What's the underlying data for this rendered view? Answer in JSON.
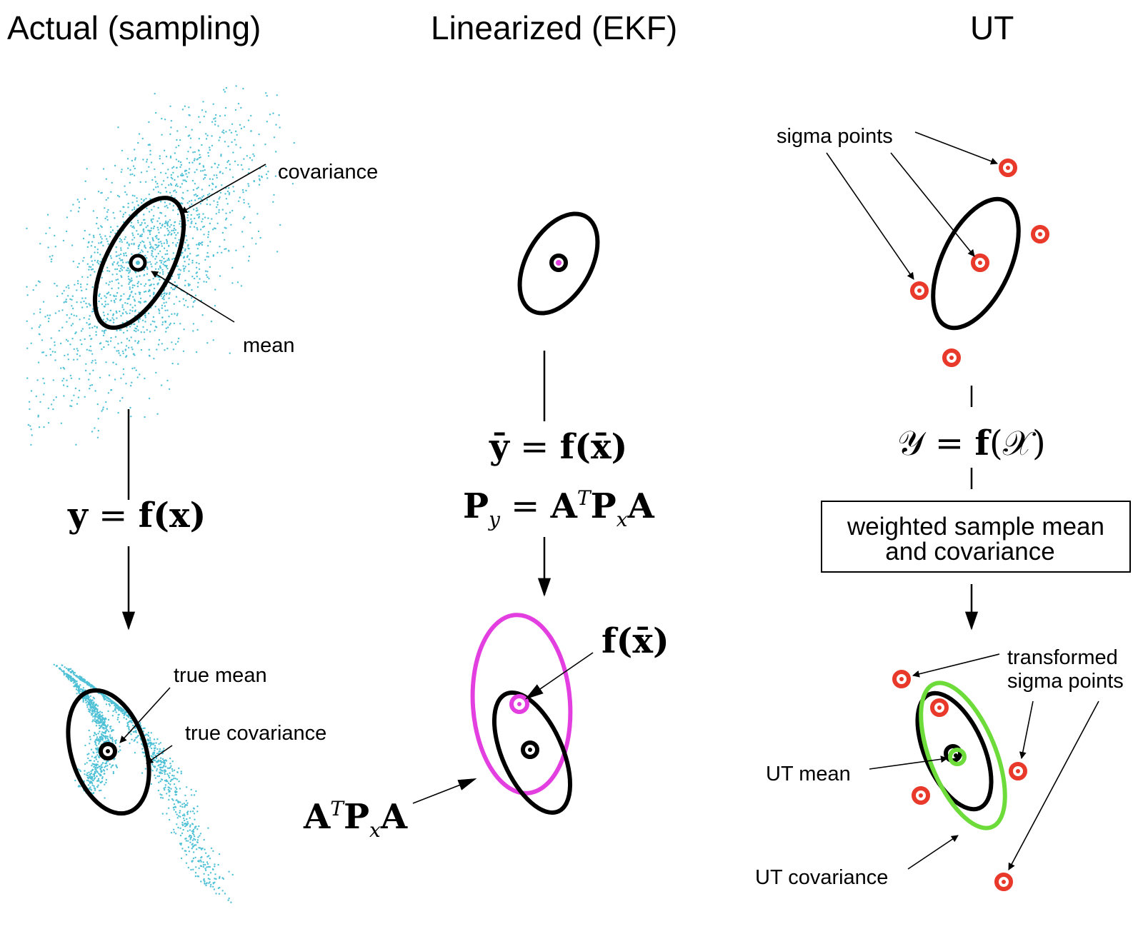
{
  "titles": {
    "actual": "Actual (sampling)",
    "ekf": "Linearized (EKF)",
    "ut": "UT"
  },
  "labels": {
    "covariance": "covariance",
    "mean": "mean",
    "true_mean": "true mean",
    "true_covariance": "true covariance",
    "sigma_points": "sigma points",
    "weighted_line1": "weighted sample mean",
    "weighted_line2": "and covariance",
    "transformed_line1": "transformed",
    "transformed_line2": "sigma points",
    "ut_mean": "UT mean",
    "ut_covariance": "UT covariance"
  },
  "equations": {
    "actual": {
      "y": "y",
      "eq": " = ",
      "f": "f",
      "x": "(x)"
    },
    "ekf_mean": {
      "ybar": "ȳ",
      "eq": " = ",
      "f": "f",
      "xbar": "(x̄)"
    },
    "ekf_cov": {
      "P": "P",
      "y_sub": "y",
      "eq": " = ",
      "A1": "A",
      "T": "T",
      "P2": "P",
      "x_sub": "x",
      "A2": "A"
    },
    "ut": {
      "Y": "𝒴",
      "eq": " = ",
      "f": "f",
      "X": "(𝒳)"
    },
    "fxbar": {
      "f": "f",
      "xbar": "(x̄)"
    },
    "atpa": {
      "A1": "A",
      "T": "T",
      "P": "P",
      "x_sub": "x",
      "A2": "A"
    }
  },
  "colors": {
    "samples": "#4fc1d6",
    "sigma_point": "#e8392b",
    "ekf": "#e33ee0",
    "ut_cov": "#6ddc3a",
    "ink": "#000000"
  }
}
